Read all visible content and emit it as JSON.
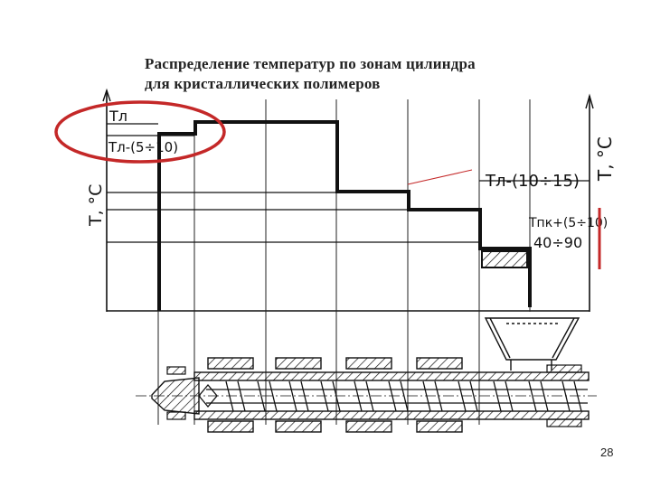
{
  "title": {
    "line1": "Распределение температур по зонам цилиндра",
    "line2": "для кристаллических полимеров"
  },
  "axes": {
    "left_label": "T, °C",
    "right_label": "T, °C"
  },
  "labels": {
    "tl": "Tл",
    "tl_5_10": "Tл-(5÷10)",
    "tl_10_15": "Tл-(10÷15)",
    "tpk_5_10": "Tпк+(5÷10)",
    "range_40_90": "40÷90"
  },
  "colors": {
    "highlight": "#c42828",
    "ink": "#111111"
  },
  "page_number": "28"
}
